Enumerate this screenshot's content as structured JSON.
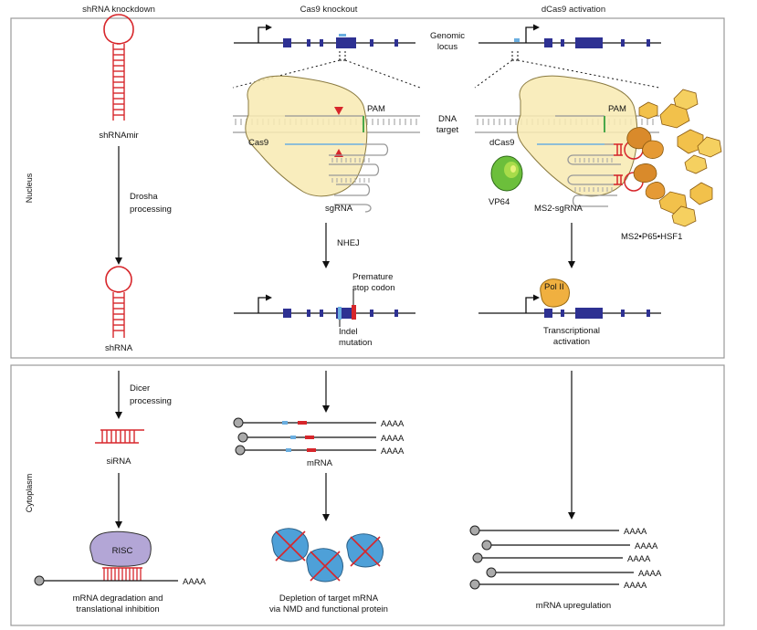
{
  "headers": {
    "shrna": "shRNA knockdown",
    "cas9": "Cas9 knockout",
    "dcas9": "dCas9 activation"
  },
  "compartments": {
    "nucleus": "Nucleus",
    "cytoplasm": "Cytoplasm"
  },
  "shrna": {
    "shrnamir": "shRNAmir",
    "drosha_line1": "Drosha",
    "drosha_line2": "processing",
    "shrna": "shRNA",
    "dicer_line1": "Dicer",
    "dicer_line2": "processing",
    "sirna": "siRNA",
    "risc": "RISC",
    "tail": "AAAA",
    "outcome_line1": "mRNA degradation and",
    "outcome_line2": "translational inhibition"
  },
  "cas9": {
    "pam": "PAM",
    "cas9": "Cas9",
    "sgrna": "sgRNA",
    "nhej": "NHEJ",
    "premature_line1": "Premature",
    "premature_line2": "stop codon",
    "indel_line1": "Indel",
    "indel_line2": "mutation",
    "mrna": "mRNA",
    "tail": "AAAA",
    "outcome_line1": "Depletion of target mRNA",
    "outcome_line2": "via NMD and functional protein"
  },
  "center_labels": {
    "genomic_line1": "Genomic",
    "genomic_line2": "locus",
    "dna_line1": "DNA",
    "dna_line2": "target"
  },
  "dcas9": {
    "pam": "PAM",
    "dcas9": "dCas9",
    "vp64": "VP64",
    "ms2_sgrna": "MS2-sgRNA",
    "ms2_p65": "MS2•P65•HSF1",
    "pol2": "Pol II",
    "activation_line1": "Transcriptional",
    "activation_line2": "activation",
    "tail": "AAAA",
    "outcome": "mRNA upregulation"
  },
  "colors": {
    "exon": "#2e3192",
    "hairpin": "#d7262b",
    "target_blue": "#6aaee0",
    "pam_green": "#4aa84a",
    "cas9_yellow": "#f8eab2",
    "risc_purple": "#b3a6d6",
    "protein_blue": "#4ea0d8",
    "vp64_green": "#6cbf3b",
    "pol2_orange": "#f0b040",
    "p65_orange": "#f2c14b"
  }
}
